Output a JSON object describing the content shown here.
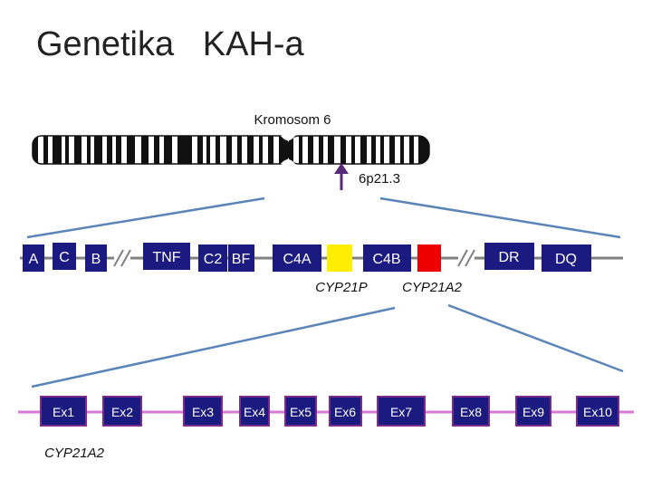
{
  "title": "Genetika   KAH-a",
  "chromosome": {
    "label": "Kromosom 6",
    "locus": "6p21.3"
  },
  "region": {
    "genes": [
      "A",
      "C",
      "B",
      "TNF",
      "C2",
      "BF",
      "C4A",
      "C4B",
      "DR",
      "DQ"
    ],
    "pseudogene_label": "CYP21P",
    "gene_label": "CYP21A2"
  },
  "exon_map": {
    "exons": [
      "Ex1",
      "Ex2",
      "Ex3",
      "Ex4",
      "Ex5",
      "Ex6",
      "Ex7",
      "Ex8",
      "Ex9",
      "Ex10"
    ],
    "gene_label": "CYP21A2"
  },
  "colors": {
    "line_gray": "#808080",
    "connector_blue": "#5b84b8",
    "arrow_purple": "#5a2a7a",
    "gene_box_fill": "#1a1a80",
    "exon_box_border": "#7a2c8a",
    "exon_line": "#d77ad7",
    "cyp21p_fill": "#ffee00",
    "cyp21a2_fill": "#ee0000",
    "text_white": "#ffffff"
  }
}
